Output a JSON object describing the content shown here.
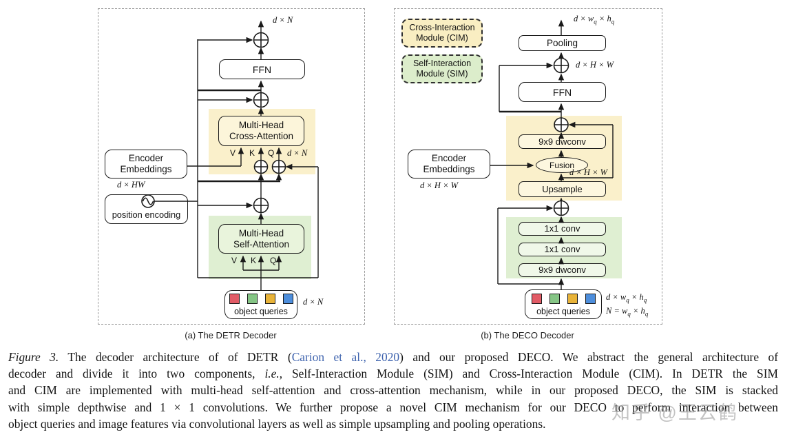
{
  "colors": {
    "link": "#3E63AE",
    "cim_region": "#FAF0CB",
    "sim_region": "#DFEFD2",
    "cim_box": "#FCF5DA",
    "sim_box": "#E9F4DC",
    "cim_inner": "#FDF7DF",
    "sim_inner": "#F0F8E9",
    "legend_cim": "#F9EEC2",
    "legend_sim": "#DCEDCB",
    "queries": [
      "#E25B66",
      "#85C585",
      "#E8B339",
      "#4D8EDC"
    ]
  },
  "panel_a": {
    "caption": "(a) The DETR Decoder",
    "dim_top": "d × N",
    "ffn": "FFN",
    "mhca1": "Multi-Head",
    "mhca2": "Cross-Attention",
    "v": "V",
    "k": "K",
    "q": "Q",
    "dim_ca": "d × N",
    "enc1": "Encoder",
    "enc2": "Embeddings",
    "dim_enc": "d × HW",
    "pos_enc": "position encoding",
    "mhsa1": "Multi-Head",
    "mhsa2": "Self-Attention",
    "oq": "object queries",
    "dim_oq": "d × N"
  },
  "panel_b": {
    "caption": "(b) The DECO Decoder",
    "legend_cim1": "Cross-Interaction",
    "legend_cim2": "Module (CIM)",
    "legend_sim1": "Self-Interaction",
    "legend_sim2": "Module (SIM)",
    "dim_top": "d × w_q × h_q",
    "pooling": "Pooling",
    "dim_ffn": "d × H × W",
    "ffn": "FFN",
    "dwconv_cim": "9x9 dwconv",
    "fusion": "Fusion",
    "dim_fusion": "d × H × W",
    "upsample": "Upsample",
    "enc1": "Encoder",
    "enc2": "Embeddings",
    "dim_enc": "d × H × W",
    "conv1": "1x1 conv",
    "conv2": "1x1 conv",
    "dwconv_sim": "9x9 dwconv",
    "oq": "object queries",
    "dim_oq1": "d × w_q × h_q",
    "dim_oq2": "N = w_q × h_q"
  },
  "figure_caption": {
    "l1a": "Figure 3.",
    "l1b": " The decoder architecture of of DETR (",
    "l1link": "Carion et al., 2020",
    "l1c": ") and our proposed DECO. We abstract the general architecture of",
    "l2a": "decoder and divide it into two components, ",
    "l2i": "i.e.",
    "l2b": ", Self-Interaction Module (SIM) and Cross-Interaction Module (CIM). In DETR the SIM",
    "l3": "and CIM are implemented with multi-head self-attention and cross-attention mechanism, while in our proposed DECO, the SIM is stacked",
    "l4": "with simple depthwise and 1 × 1 convolutions. We further propose a novel CIM mechanism for our DECO to perform interaction between",
    "l5": "object queries and image features via convolutional layers as well as simple upsampling and pooling operations."
  },
  "watermark": "知乎 @王云鹤"
}
